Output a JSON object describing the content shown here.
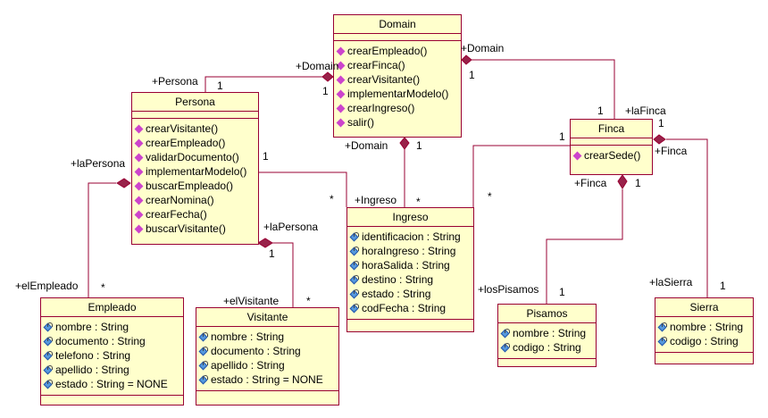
{
  "classes": {
    "domain": {
      "name": "Domain",
      "ops": [
        "crearEmpleado()",
        "crearFinca()",
        "crearVisitante()",
        "implementarModelo()",
        "crearIngreso()",
        "salir()"
      ]
    },
    "persona": {
      "name": "Persona",
      "ops": [
        "crearVisitante()",
        "crearEmpleado()",
        "validarDocumento()",
        "implementarModelo()",
        "buscarEmpleado()",
        "crearNomina()",
        "crearFecha()",
        "buscarVisitante()"
      ]
    },
    "finca": {
      "name": "Finca",
      "ops": [
        "crearSede()"
      ]
    },
    "ingreso": {
      "name": "Ingreso",
      "attrs": [
        "identificacion : String",
        "horaIngreso : String",
        "horaSalida : String",
        "destino : String",
        "estado : String",
        "codFecha : String"
      ]
    },
    "empleado": {
      "name": "Empleado",
      "attrs": [
        "nombre : String",
        "documento : String",
        "telefono : String",
        "apellido : String",
        "estado : String = NONE"
      ]
    },
    "visitante": {
      "name": "Visitante",
      "attrs": [
        "nombre : String",
        "documento : String",
        "apellido : String",
        "estado : String = NONE"
      ]
    },
    "pisamos": {
      "name": "Pisamos",
      "attrs": [
        "nombre : String",
        "codigo : String"
      ]
    },
    "sierra": {
      "name": "Sierra",
      "attrs": [
        "nombre : String",
        "codigo : String"
      ]
    }
  },
  "labels": {
    "persona_role": "+Persona",
    "persona_mult": "1",
    "domain_role_left": "+Domain",
    "domain_mult_left": "1",
    "domain_role_right": "+Domain",
    "domain_mult_right": "1",
    "lafinca_role": "+laFinca",
    "lafinca_mult": "1",
    "finca_mult_top": "1",
    "finca_mult_left": "1",
    "finca_role_right": "+Finca",
    "finca_role_bottom": "+Finca",
    "finca_mult_bottom": "1",
    "domain_role_bottom": "+Domain",
    "domain_mult_bottom": "1",
    "ingreso_role": "+Ingreso",
    "ingreso_star_top": "*",
    "ingreso_star_left": "*",
    "ingreso_star_right": "*",
    "persona_mult_right": "1",
    "lapersona_role_left": "+laPersona",
    "lapersona_role_right": "+laPersona",
    "lapersona_mult_right": "1",
    "elempleado_role": "+elEmpleado",
    "elempleado_star": "*",
    "elvisitante_role": "+elVisitante",
    "elvisitante_star": "*",
    "lospisamos_role": "+losPisamos",
    "lospisamos_mult": "1",
    "lasierra_role": "+laSierra",
    "lasierra_mult": "1"
  },
  "colors": {
    "box_fill": "#ffffcc",
    "box_border": "#990033",
    "line": "#990033",
    "diamond": "#99224a"
  }
}
